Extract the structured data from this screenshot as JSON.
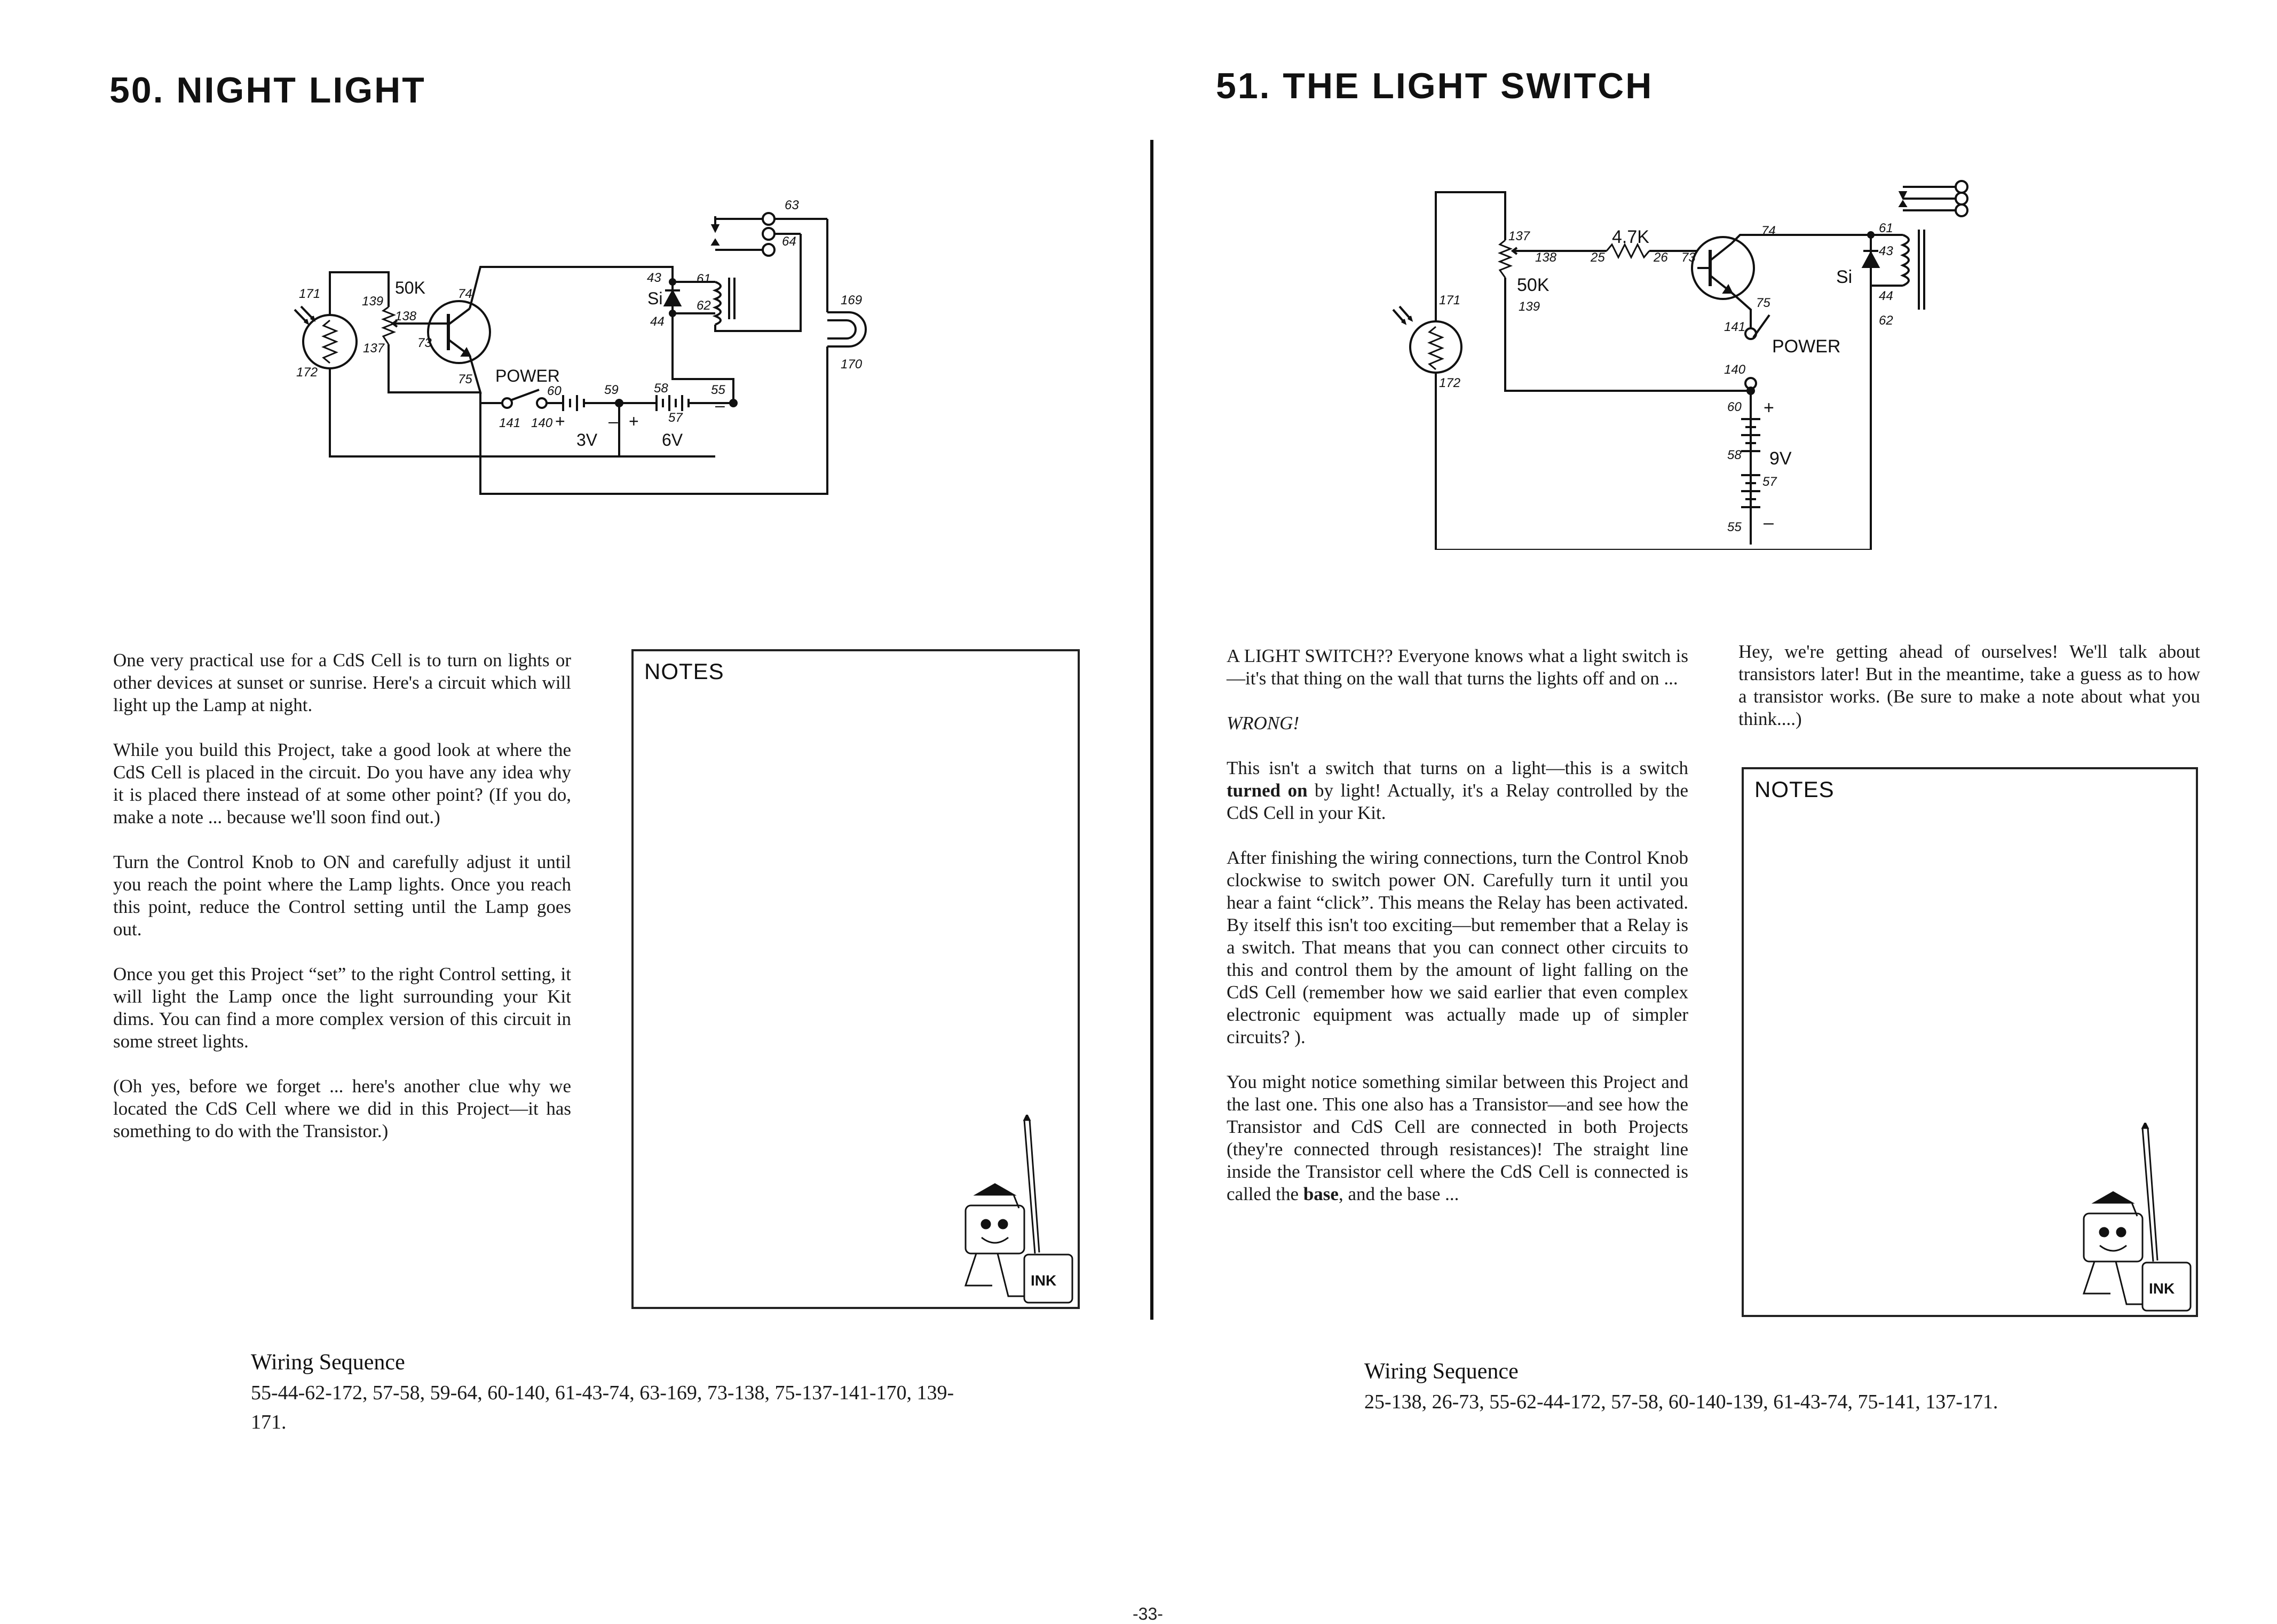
{
  "left": {
    "heading": "50. NIGHT LIGHT",
    "schematic": {
      "labels": {
        "l171": "171",
        "l172": "172",
        "l139": "139",
        "l138": "138",
        "l137": "137",
        "l50k": "50K",
        "l74": "74",
        "l73": "73",
        "l75": "75",
        "l43": "43",
        "lsi": "Si",
        "l44": "44",
        "l61": "61",
        "l62": "62",
        "l63": "63",
        "l64": "64",
        "l169": "169",
        "l170": "170",
        "lpower": "POWER",
        "l60": "60",
        "l59": "59",
        "l58": "58",
        "l55": "55",
        "l57": "57",
        "l141": "141",
        "l140": "140",
        "lplus": "+",
        "lminus": "–",
        "lplus2": "+",
        "lminus2": "–",
        "l3v": "3V",
        "l6v": "6V"
      }
    },
    "paragraphs": [
      "One very practical use for a CdS Cell is to turn on lights or other devices at sunset or sunrise. Here's a circuit which will light up the Lamp at night.",
      "While you build this Project, take a good look at where the CdS Cell is placed in the circuit. Do you have any idea why it is placed there instead of at some other point? (If you do, make a note ... because we'll soon find out.)",
      "Turn the Control Knob to ON and carefully adjust it until you reach the point where the Lamp lights. Once you reach this point, reduce the Control setting until the Lamp goes out.",
      "Once you get this Project “set” to the right Control setting, it will light the Lamp once the light surrounding your Kit dims. You can find a more complex version of this circuit in some street lights.",
      "(Oh yes, before we forget ... here's another clue why we located the CdS Cell where we did in this Project—it has something to do with the Transistor.)"
    ],
    "notes_label": "NOTES",
    "wiring_title": "Wiring Sequence",
    "wiring_sequence": "55-44-62-172, 57-58, 59-64, 60-140, 61-43-74, 63-169, 73-138, 75-137-141-170, 139-171."
  },
  "right": {
    "heading": "51. THE LIGHT SWITCH",
    "schematic": {
      "labels": {
        "l137": "137",
        "l138": "138",
        "l25": "25",
        "l47k": "4.7K",
        "l26": "26",
        "l73": "73",
        "l74": "74",
        "l50k": "50K",
        "l139": "139",
        "l171": "171",
        "l172": "172",
        "l75": "75",
        "l141": "141",
        "lpower": "POWER",
        "l140": "140",
        "lsi": "Si",
        "l61": "61",
        "l43": "43",
        "l44": "44",
        "l62": "62",
        "l60": "60",
        "lplus": "+",
        "l58": "58",
        "l9v": "9V",
        "l57": "57",
        "l55": "55",
        "lminus": "–"
      }
    },
    "col1": {
      "p1": "A LIGHT SWITCH?? Everyone knows what a light switch is—it's that thing on the wall that turns the lights off and on ...",
      "p2": "WRONG!",
      "p3a": "This isn't a switch that turns on a light—this is a switch ",
      "p3b": "turned on",
      "p3c": " by light! Actually, it's a Relay controlled by the CdS Cell in your Kit.",
      "p4": "After finishing the wiring connections, turn the Control Knob clockwise to switch power ON. Carefully turn it until you hear a faint “click”. This means the Relay has been activated. By itself this isn't too exciting—but remember that a Relay is a switch. That means that you can connect other circuits to this and control them by the amount of light falling on the CdS Cell (remember how we said earlier that even complex electronic equipment was actually made up of simpler circuits? ).",
      "p5a": "You might notice something similar between this Project and the last one. This one also has a Transistor—and see how the Transistor and CdS Cell are connected in both Projects (they're connected through resistances)! The straight line inside the Transistor cell where the CdS Cell is connected is called the ",
      "p5b": "base",
      "p5c": ", and the base ..."
    },
    "col2": {
      "p1": "Hey, we're getting ahead of ourselves! We'll talk about transistors later! But in the meantime, take a guess as to how a transistor works. (Be sure to make a note about what you think....)"
    },
    "notes_label": "NOTES",
    "wiring_title": "Wiring Sequence",
    "wiring_sequence": "25-138, 26-73, 55-62-44-172, 57-58, 60-140-139, 61-43-74, 75-141, 137-171."
  },
  "mascot_text": "INK",
  "page_number": "-33-"
}
